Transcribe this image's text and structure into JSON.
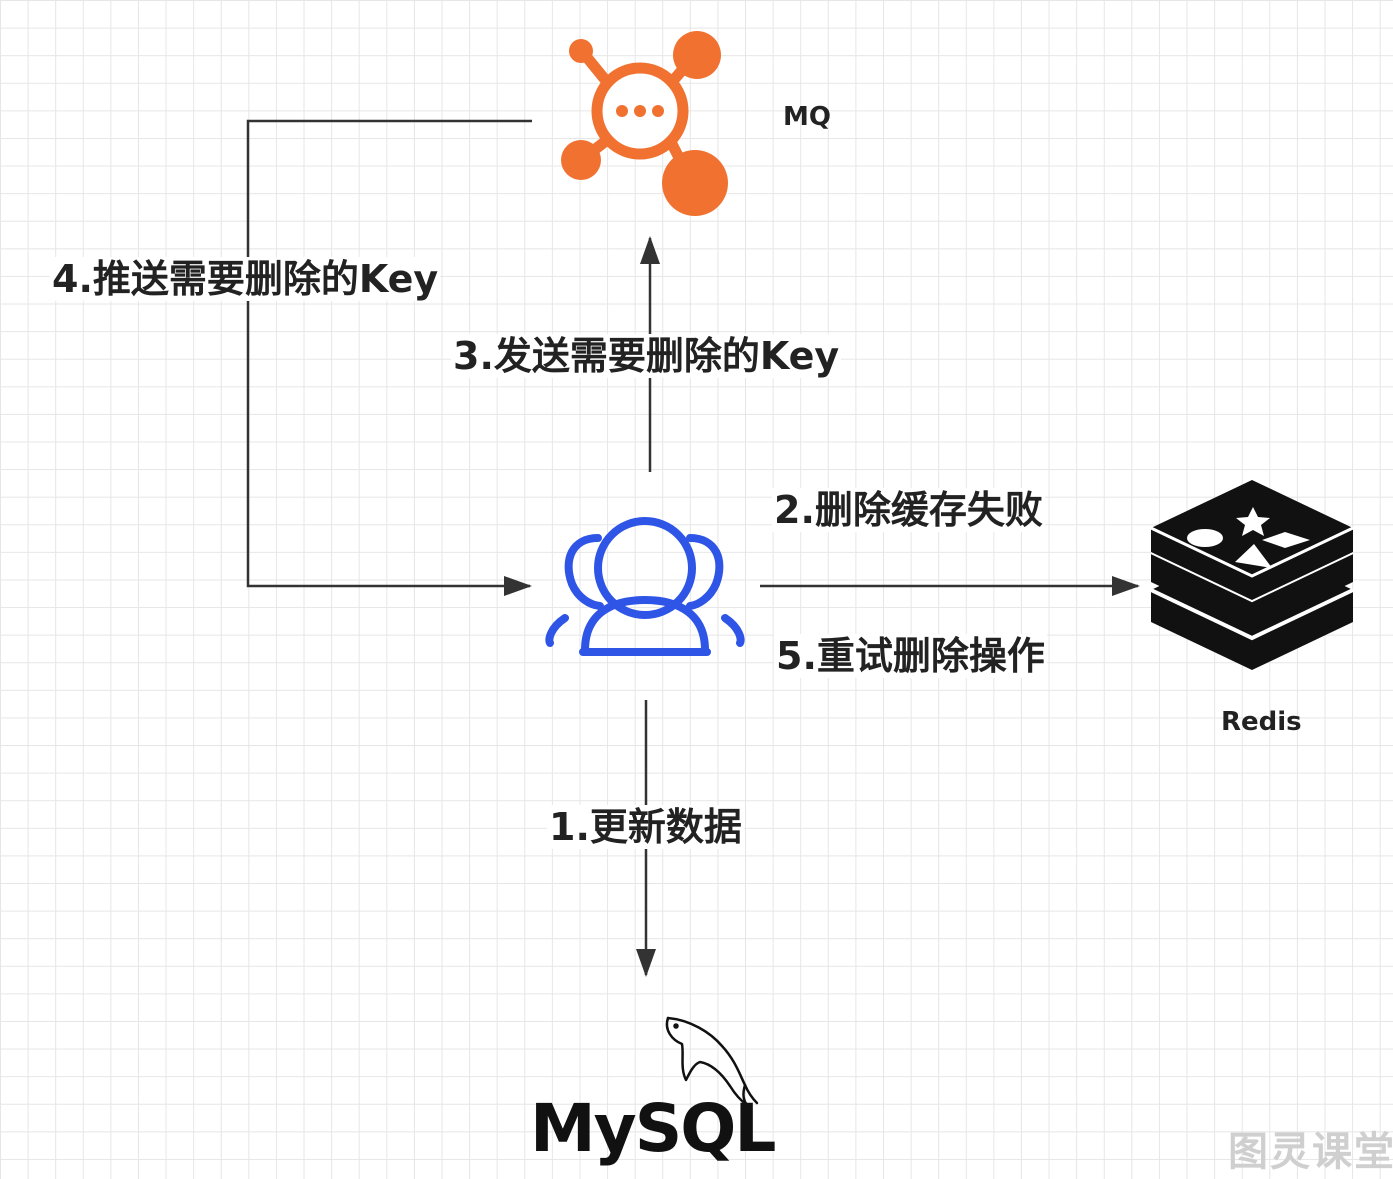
{
  "nodes": {
    "mq": {
      "label": "MQ",
      "color": "#F07130"
    },
    "client": {
      "color": "#2E55E6"
    },
    "redis": {
      "label": "Redis",
      "color": "#111111"
    },
    "mysql": {
      "label": "MySQL",
      "color": "#111111"
    }
  },
  "edges": {
    "step1": "1.更新数据",
    "step2": "2.删除缓存失败",
    "step3": "3.发送需要删除的Key",
    "step4": "4.推送需要删除的Key",
    "step5": "5.重试删除操作"
  },
  "watermark": "图灵课堂"
}
